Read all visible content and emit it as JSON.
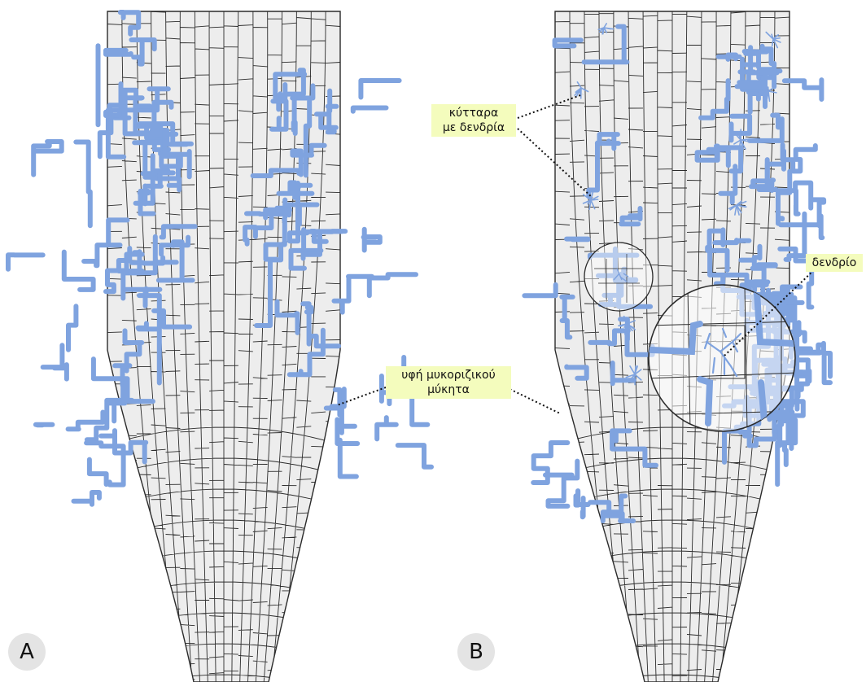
{
  "labels": {
    "hypha": "υφή μυκοριζικού\nμύκητα",
    "cells_with_arbuscules": "κύτταρα\nμε δενδρία",
    "arbuscule": "δενδρίο"
  },
  "panels": {
    "a": "A",
    "b": "B"
  },
  "colors": {
    "hypha": "#7fa3df",
    "cell_fill": "#ededed",
    "cell_line": "#2b2b2b",
    "label_bg": "#f4fcbd",
    "badge_bg": "#e4e4e4"
  }
}
